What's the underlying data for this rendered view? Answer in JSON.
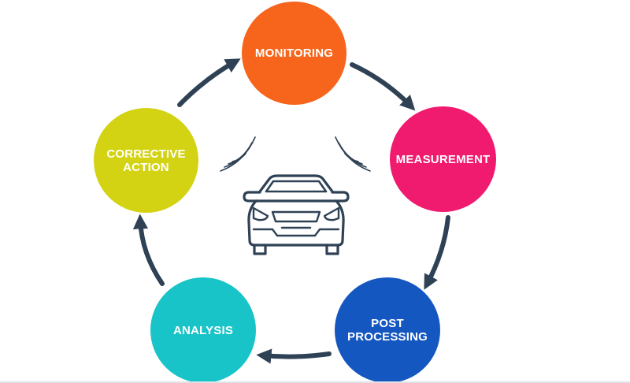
{
  "colors": {
    "arrow": "#2f4255",
    "car_stroke": "#2f4255",
    "monitoring": "#f7641b",
    "measurement": "#f01a6e",
    "post_processing": "#1557c1",
    "analysis": "#19c4c8",
    "corrective_action": "#d3d313"
  },
  "icons": {
    "vehicle": "car-front-icon",
    "signal_left": "wireless-signal-left-icon",
    "signal_right": "wireless-signal-right-icon"
  },
  "cycle": {
    "monitoring": {
      "label": "MONITORING"
    },
    "measurement": {
      "label": "MEASUREMENT"
    },
    "post_processing": {
      "label": "POST\nPROCESSING"
    },
    "analysis": {
      "label": "ANALYSIS"
    },
    "corrective_action": {
      "label": "CORRECTIVE\nACTION"
    }
  }
}
